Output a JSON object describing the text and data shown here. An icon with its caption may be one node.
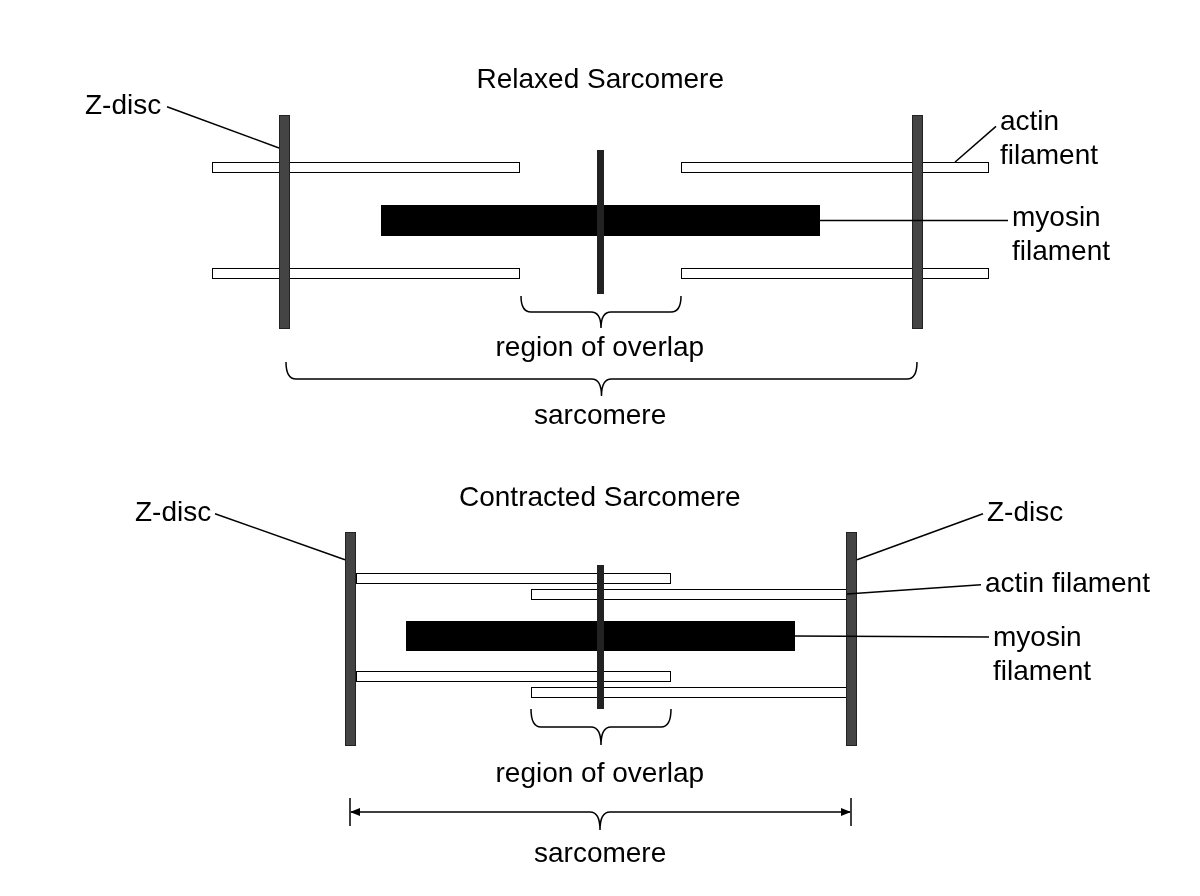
{
  "diagram": {
    "nodes": [
      {
        "text": [
          "Z-disc"
        ]
      },
      {
        "text": [],
        "shape": "bar"
      },
      {
        "text": [
          "actin filament"
        ]
      },
      {
        "text": [],
        "shape": "bar"
      },
      {
        "text": [
          "myosin filament"
        ]
      },
      {
        "text": [],
        "shape": "bar"
      },
      {
        "text": [
          "Z-disc"
        ]
      },
      {
        "text": [],
        "shape": "bar"
      },
      {
        "text": [
          "Z-disc"
        ]
      },
      {
        "text": [],
        "shape": "bar"
      },
      {
        "text": [
          "actin filament"
        ]
      },
      {
        "text": [],
        "shape": "bar"
      },
      {
        "text": [
          "myosin filament"
        ]
      },
      {
        "text": [],
        "shape": "bar"
      }
    ],
    "edges": [
      {
        "from": 0,
        "to": 1,
        "arrow": "none"
      },
      {
        "from": 2,
        "to": 3,
        "arrow": "none"
      },
      {
        "from": 4,
        "to": 5,
        "arrow": "none"
      },
      {
        "from": 6,
        "to": 7,
        "arrow": "none"
      },
      {
        "from": 8,
        "to": 9,
        "arrow": "none"
      },
      {
        "from": 10,
        "to": 11,
        "arrow": "none"
      },
      {
        "from": 12,
        "to": 13,
        "arrow": "none"
      }
    ],
    "labels": [
      "Relaxed Sarcomere",
      "region of overlap",
      "sarcomere",
      "Contracted Sarcomere",
      "region of overlap",
      "sarcomere"
    ]
  }
}
